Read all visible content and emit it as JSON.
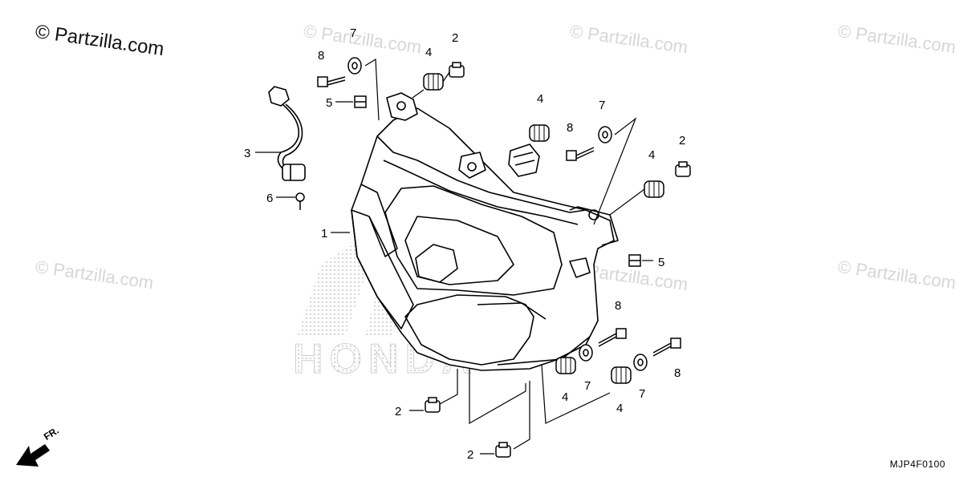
{
  "watermark": {
    "main": "© Partzilla.com",
    "faint": [
      "© Partzilla.com",
      "© Partzilla.com",
      "© Partzilla.com",
      "© Partzilla.com",
      "© Partzilla.com",
      "© Partzilla.com"
    ]
  },
  "brand_watermark": "HONDA",
  "diagram_code": "MJP4F0100",
  "direction_label": "FR.",
  "callouts": [
    {
      "id": "1",
      "label": "1"
    },
    {
      "id": "2a",
      "label": "2"
    },
    {
      "id": "2b",
      "label": "2"
    },
    {
      "id": "2c",
      "label": "2"
    },
    {
      "id": "2d",
      "label": "2"
    },
    {
      "id": "3",
      "label": "3"
    },
    {
      "id": "4a",
      "label": "4"
    },
    {
      "id": "4b",
      "label": "4"
    },
    {
      "id": "4c",
      "label": "4"
    },
    {
      "id": "4d",
      "label": "4"
    },
    {
      "id": "4e",
      "label": "4"
    },
    {
      "id": "5a",
      "label": "5"
    },
    {
      "id": "5b",
      "label": "5"
    },
    {
      "id": "6",
      "label": "6"
    },
    {
      "id": "7a",
      "label": "7"
    },
    {
      "id": "7b",
      "label": "7"
    },
    {
      "id": "7c",
      "label": "7"
    },
    {
      "id": "7d",
      "label": "7"
    },
    {
      "id": "8a",
      "label": "8"
    },
    {
      "id": "8b",
      "label": "8"
    },
    {
      "id": "8c",
      "label": "8"
    },
    {
      "id": "8d",
      "label": "8"
    }
  ]
}
